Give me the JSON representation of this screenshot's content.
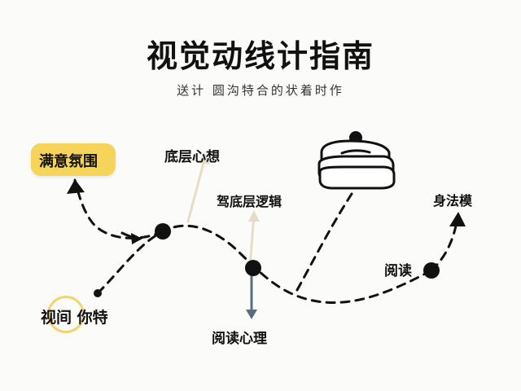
{
  "title": "视觉动线计指南",
  "subtitle": "送计 圆沟特合的状着时作",
  "nodes": {
    "satisfaction": "满意氛围",
    "bottom_thought": "底层心想",
    "bottom_logic": "驾底层逻辑",
    "body_style": "身法模",
    "reading": "阅读",
    "view_hold": "视间 你特",
    "reading_psychology": "阅读心理"
  },
  "icons": {
    "stack": "stacked-layers-icon"
  },
  "colors": {
    "highlight": "#f6d45a",
    "ring": "#f3d36b",
    "line": "#111111",
    "accent_arrow": "#5b6d78",
    "soft_arrow": "#e7ddc7"
  }
}
